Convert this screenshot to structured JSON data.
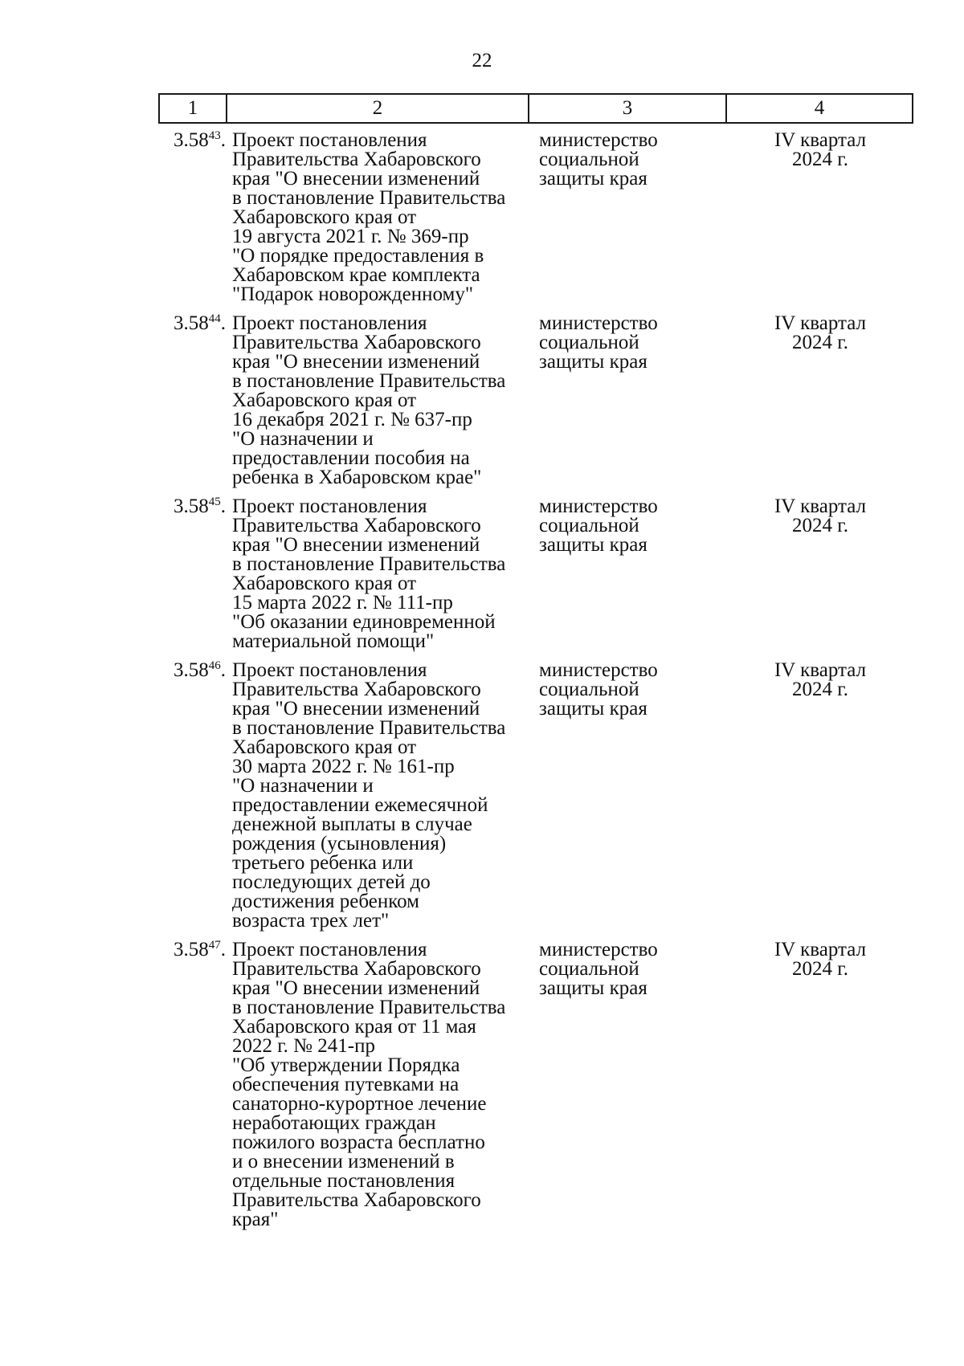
{
  "page_number": "22",
  "header": [
    "1",
    "2",
    "3",
    "4"
  ],
  "rows": [
    {
      "num": "3.58",
      "sup": "43",
      "dot": ".",
      "desc": [
        "Проект постановления",
        "Правительства Хабаровского",
        "края \"О внесении изменений",
        "в постановление Правительства",
        "Хабаровского края от",
        "19 августа 2021 г. № 369-пр",
        "\"О порядке предоставления в",
        "Хабаровском крае комплекта",
        "\"Подарок новорожденному\""
      ],
      "exec": [
        "министерство",
        "социальной",
        "защиты края"
      ],
      "term": [
        "IV квартал",
        "2024 г."
      ]
    },
    {
      "num": "3.58",
      "sup": "44",
      "dot": ".",
      "desc": [
        "Проект постановления",
        "Правительства Хабаровского",
        "края \"О внесении изменений",
        "в постановление Правительства",
        "Хабаровского края от",
        "16 декабря 2021 г. № 637-пр",
        "\"О назначении и",
        "предоставлении пособия на",
        "ребенка в Хабаровском крае\""
      ],
      "exec": [
        "министерство",
        "социальной",
        "защиты края"
      ],
      "term": [
        "IV квартал",
        "2024 г."
      ]
    },
    {
      "num": "3.58",
      "sup": "45",
      "dot": ".",
      "desc": [
        "Проект постановления",
        "Правительства Хабаровского",
        "края \"О внесении изменений",
        "в постановление Правительства",
        "Хабаровского края от",
        "15 марта 2022 г. № 111-пр",
        "\"Об оказании единовременной",
        "материальной помощи\""
      ],
      "exec": [
        "министерство",
        "социальной",
        "защиты края"
      ],
      "term": [
        "IV квартал",
        "2024 г."
      ]
    },
    {
      "num": "3.58",
      "sup": "46",
      "dot": ".",
      "desc": [
        "Проект постановления",
        "Правительства Хабаровского",
        "края \"О внесении изменений",
        "в постановление Правительства",
        "Хабаровского края от",
        "30 марта 2022 г. № 161-пр",
        "\"О назначении и",
        "предоставлении ежемесячной",
        "денежной выплаты в случае",
        "рождения (усыновления)",
        "третьего ребенка или",
        "последующих детей до",
        "достижения ребенком",
        "возраста трех лет\""
      ],
      "exec": [
        "министерство",
        "социальной",
        "защиты края"
      ],
      "term": [
        "IV квартал",
        "2024 г."
      ]
    },
    {
      "num": "3.58",
      "sup": "47",
      "dot": ".",
      "desc": [
        "Проект постановления",
        "Правительства Хабаровского",
        "края \"О внесении изменений",
        "в постановление Правительства",
        "Хабаровского края от 11 мая",
        "2022 г. № 241-пр",
        "\"Об утверждении Порядка",
        "обеспечения путевками на",
        "санаторно-курортное лечение",
        "неработающих граждан",
        "пожилого возраста бесплатно",
        "и о внесении изменений в",
        "отдельные постановления",
        "Правительства Хабаровского",
        "края\""
      ],
      "exec": [
        "министерство",
        "социальной",
        "защиты края"
      ],
      "term": [
        "IV квартал",
        "2024 г."
      ]
    }
  ]
}
